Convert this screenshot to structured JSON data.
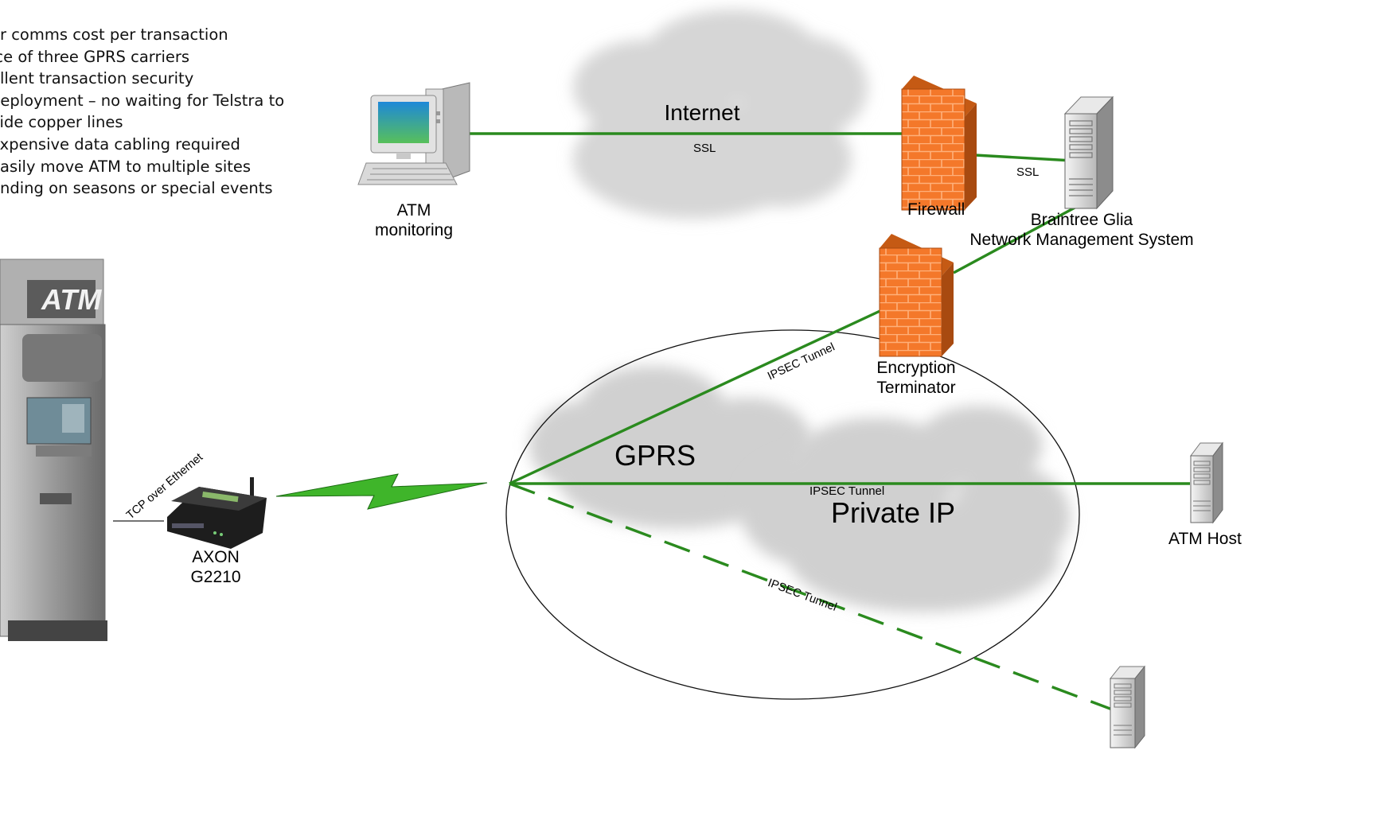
{
  "benefits": [
    "er comms  cost per transaction",
    "ice  of  three  GPRS  carriers",
    "ellent transaction security",
    " deployment – no waiting for Telstra to",
    "vide copper lines",
    "expensive data cabling required",
    "easily move  ATM  to multiple  sites",
    "ending on seasons or special events"
  ],
  "nodes": {
    "atm_monitoring": [
      "ATM",
      "monitoring"
    ],
    "firewall": "Firewall",
    "nms": [
      "Braintree Glia",
      "Network Management System"
    ],
    "encryption": [
      "Encryption",
      "Terminator"
    ],
    "atm_host": "ATM Host",
    "axon": [
      "AXON",
      "G2210"
    ],
    "atm_sign": "ATM"
  },
  "clouds": {
    "internet": "Internet",
    "gprs": "GPRS",
    "private_ip": "Private IP"
  },
  "links": {
    "ssl_internet": "SSL",
    "ssl_nms": "SSL",
    "ipsec_1": "IPSEC Tunnel",
    "ipsec_2": "IPSEC Tunnel",
    "ipsec_3": "IPSEC Tunnel",
    "tcp": "TCP over Ethernet"
  },
  "colors": {
    "link": "#2a8a1e",
    "firewall": "#f07a1a",
    "cloud": "#d4d4d4"
  }
}
